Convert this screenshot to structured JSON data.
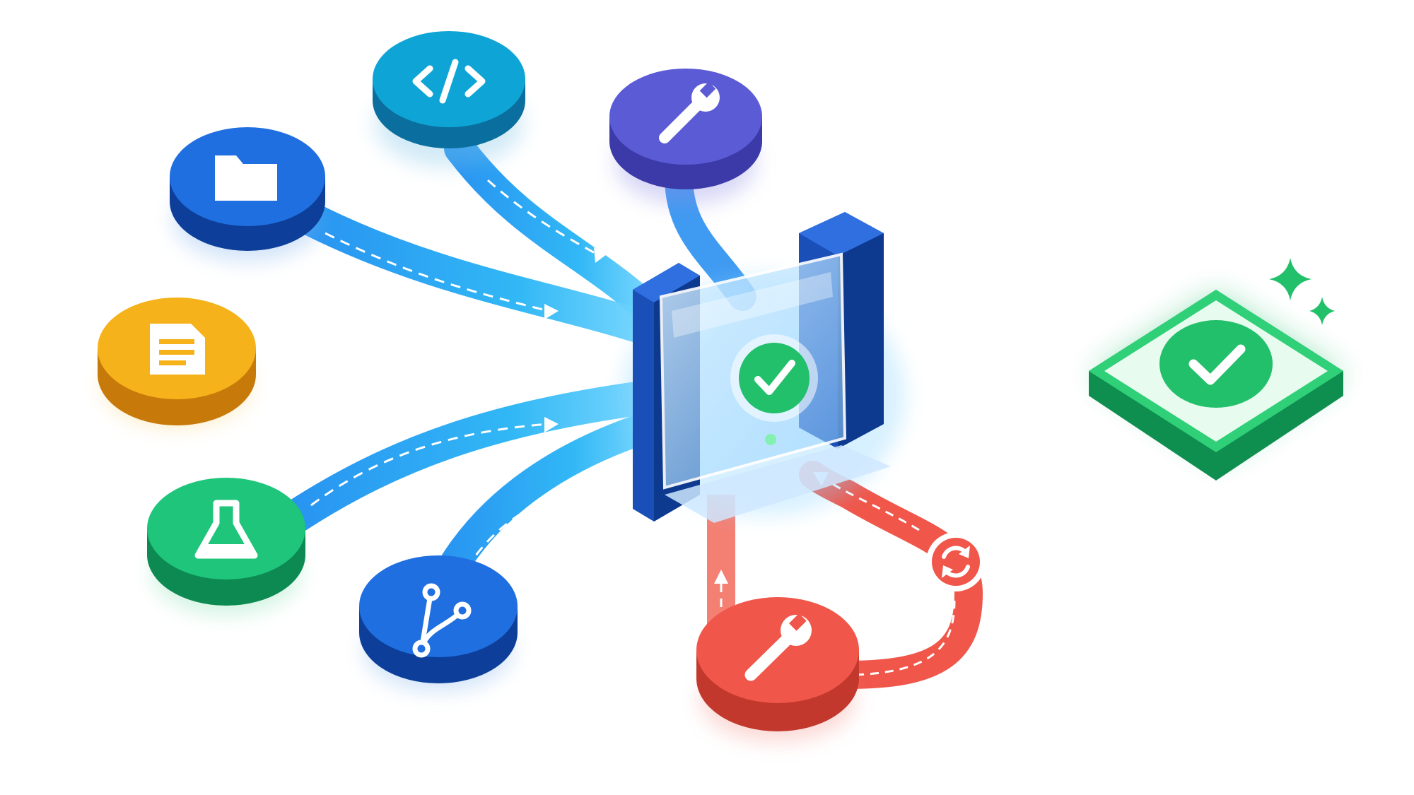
{
  "diagram": {
    "sources": [
      {
        "id": "code",
        "icon": "code-icon",
        "color": "#0ea5d6"
      },
      {
        "id": "config",
        "icon": "wrench-icon",
        "color": "#5b5bd6"
      },
      {
        "id": "files",
        "icon": "folder-icon",
        "color": "#1f6fe0"
      },
      {
        "id": "docs",
        "icon": "document-icon",
        "color": "#f5b21a"
      },
      {
        "id": "tests",
        "icon": "flask-icon",
        "color": "#1fc57a"
      },
      {
        "id": "branches",
        "icon": "git-branch-icon",
        "color": "#1f6fe0"
      }
    ],
    "gate": {
      "icon": "checkmark-icon",
      "color": "#22c06b"
    },
    "output": {
      "icon": "checkmark-icon",
      "color": "#22c06b",
      "sparkle": "sparkle-icon"
    },
    "fix_loop": {
      "icon": "wrench-icon",
      "cycle_icon": "refresh-icon",
      "color": "#f0564a"
    }
  }
}
